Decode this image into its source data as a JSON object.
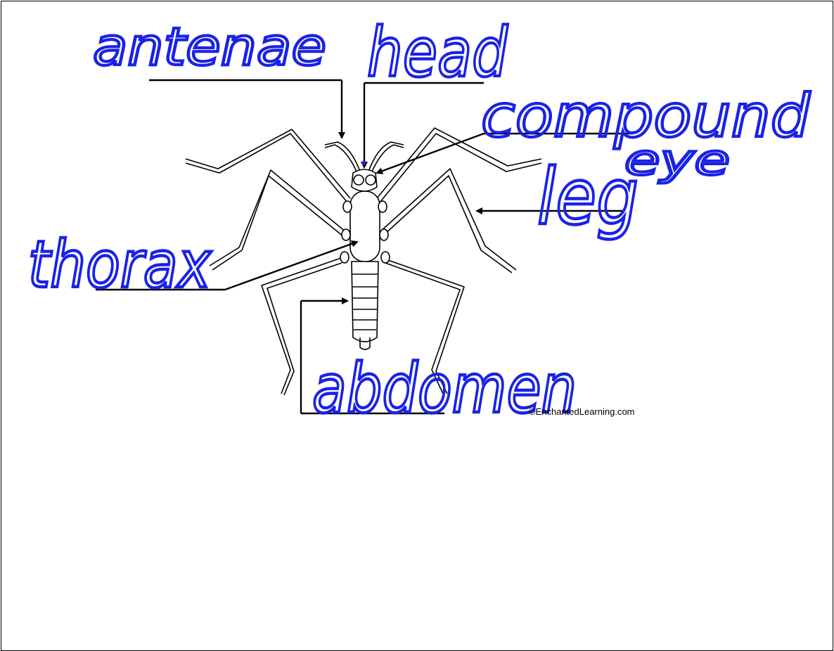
{
  "labels": {
    "antennae": "antenae",
    "head": "head",
    "compound_line1": "compound",
    "compound_line2": "eye",
    "leg": "leg",
    "thorax": "thorax",
    "abdomen": "abdomen"
  },
  "credit": "©EnchantedLearning.com",
  "colors": {
    "handwriting": "#1a22e6",
    "handwriting_core": "#7a86ff",
    "diagram": "#000000"
  }
}
